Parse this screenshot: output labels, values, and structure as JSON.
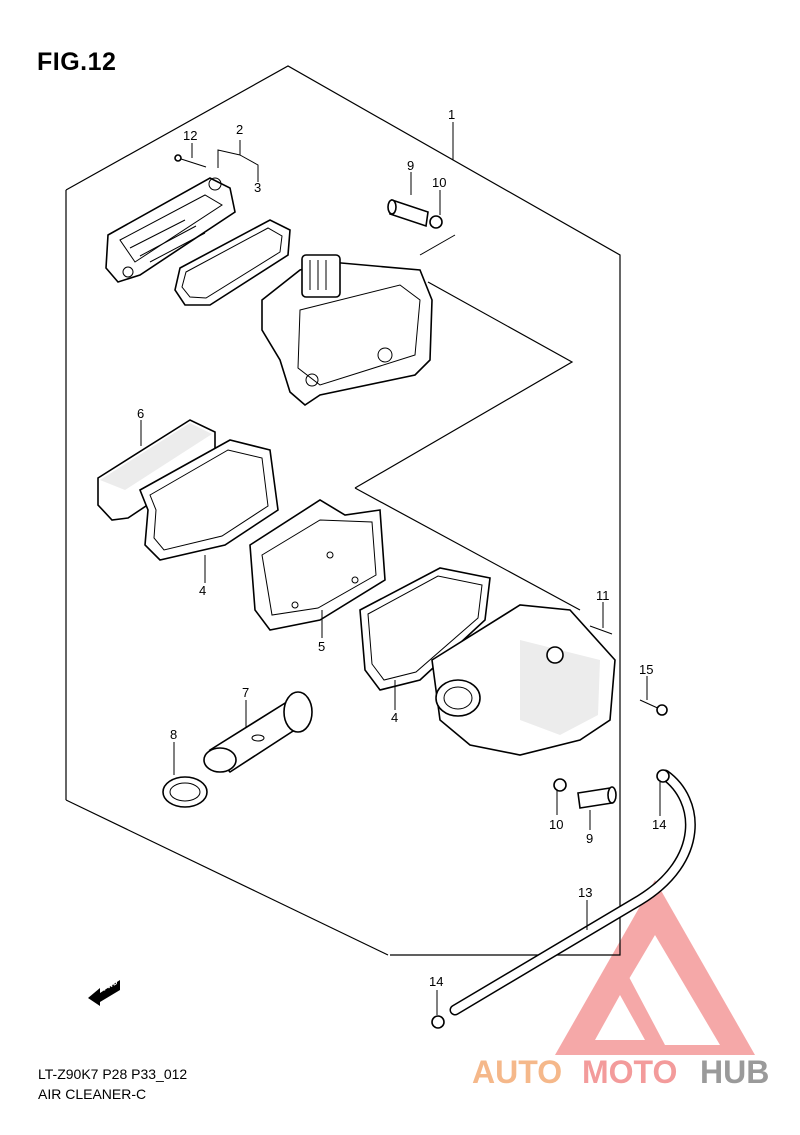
{
  "figure": {
    "title": "FIG.12"
  },
  "footer": {
    "model_code": "LT-Z90K7 P28 P33_012",
    "section_name": "AIR CLEANER-C"
  },
  "fwd_label": "FWD",
  "callouts": {
    "c1": "1",
    "c2": "2",
    "c3": "3",
    "c4a": "4",
    "c4b": "4",
    "c5": "5",
    "c6": "6",
    "c7": "7",
    "c8": "8",
    "c9a": "9",
    "c9b": "9",
    "c10a": "10",
    "c10b": "10",
    "c11": "11",
    "c12": "12",
    "c13": "13",
    "c14a": "14",
    "c14b": "14",
    "c15": "15"
  },
  "watermark": {
    "part1": "AUTO",
    "part2": "MOTO",
    "part3": "HUB",
    "colors": {
      "auto": "#f5b88a",
      "moto": "#f39b9b",
      "hub": "#9a9a9a",
      "logo": "#f28b8b"
    }
  }
}
